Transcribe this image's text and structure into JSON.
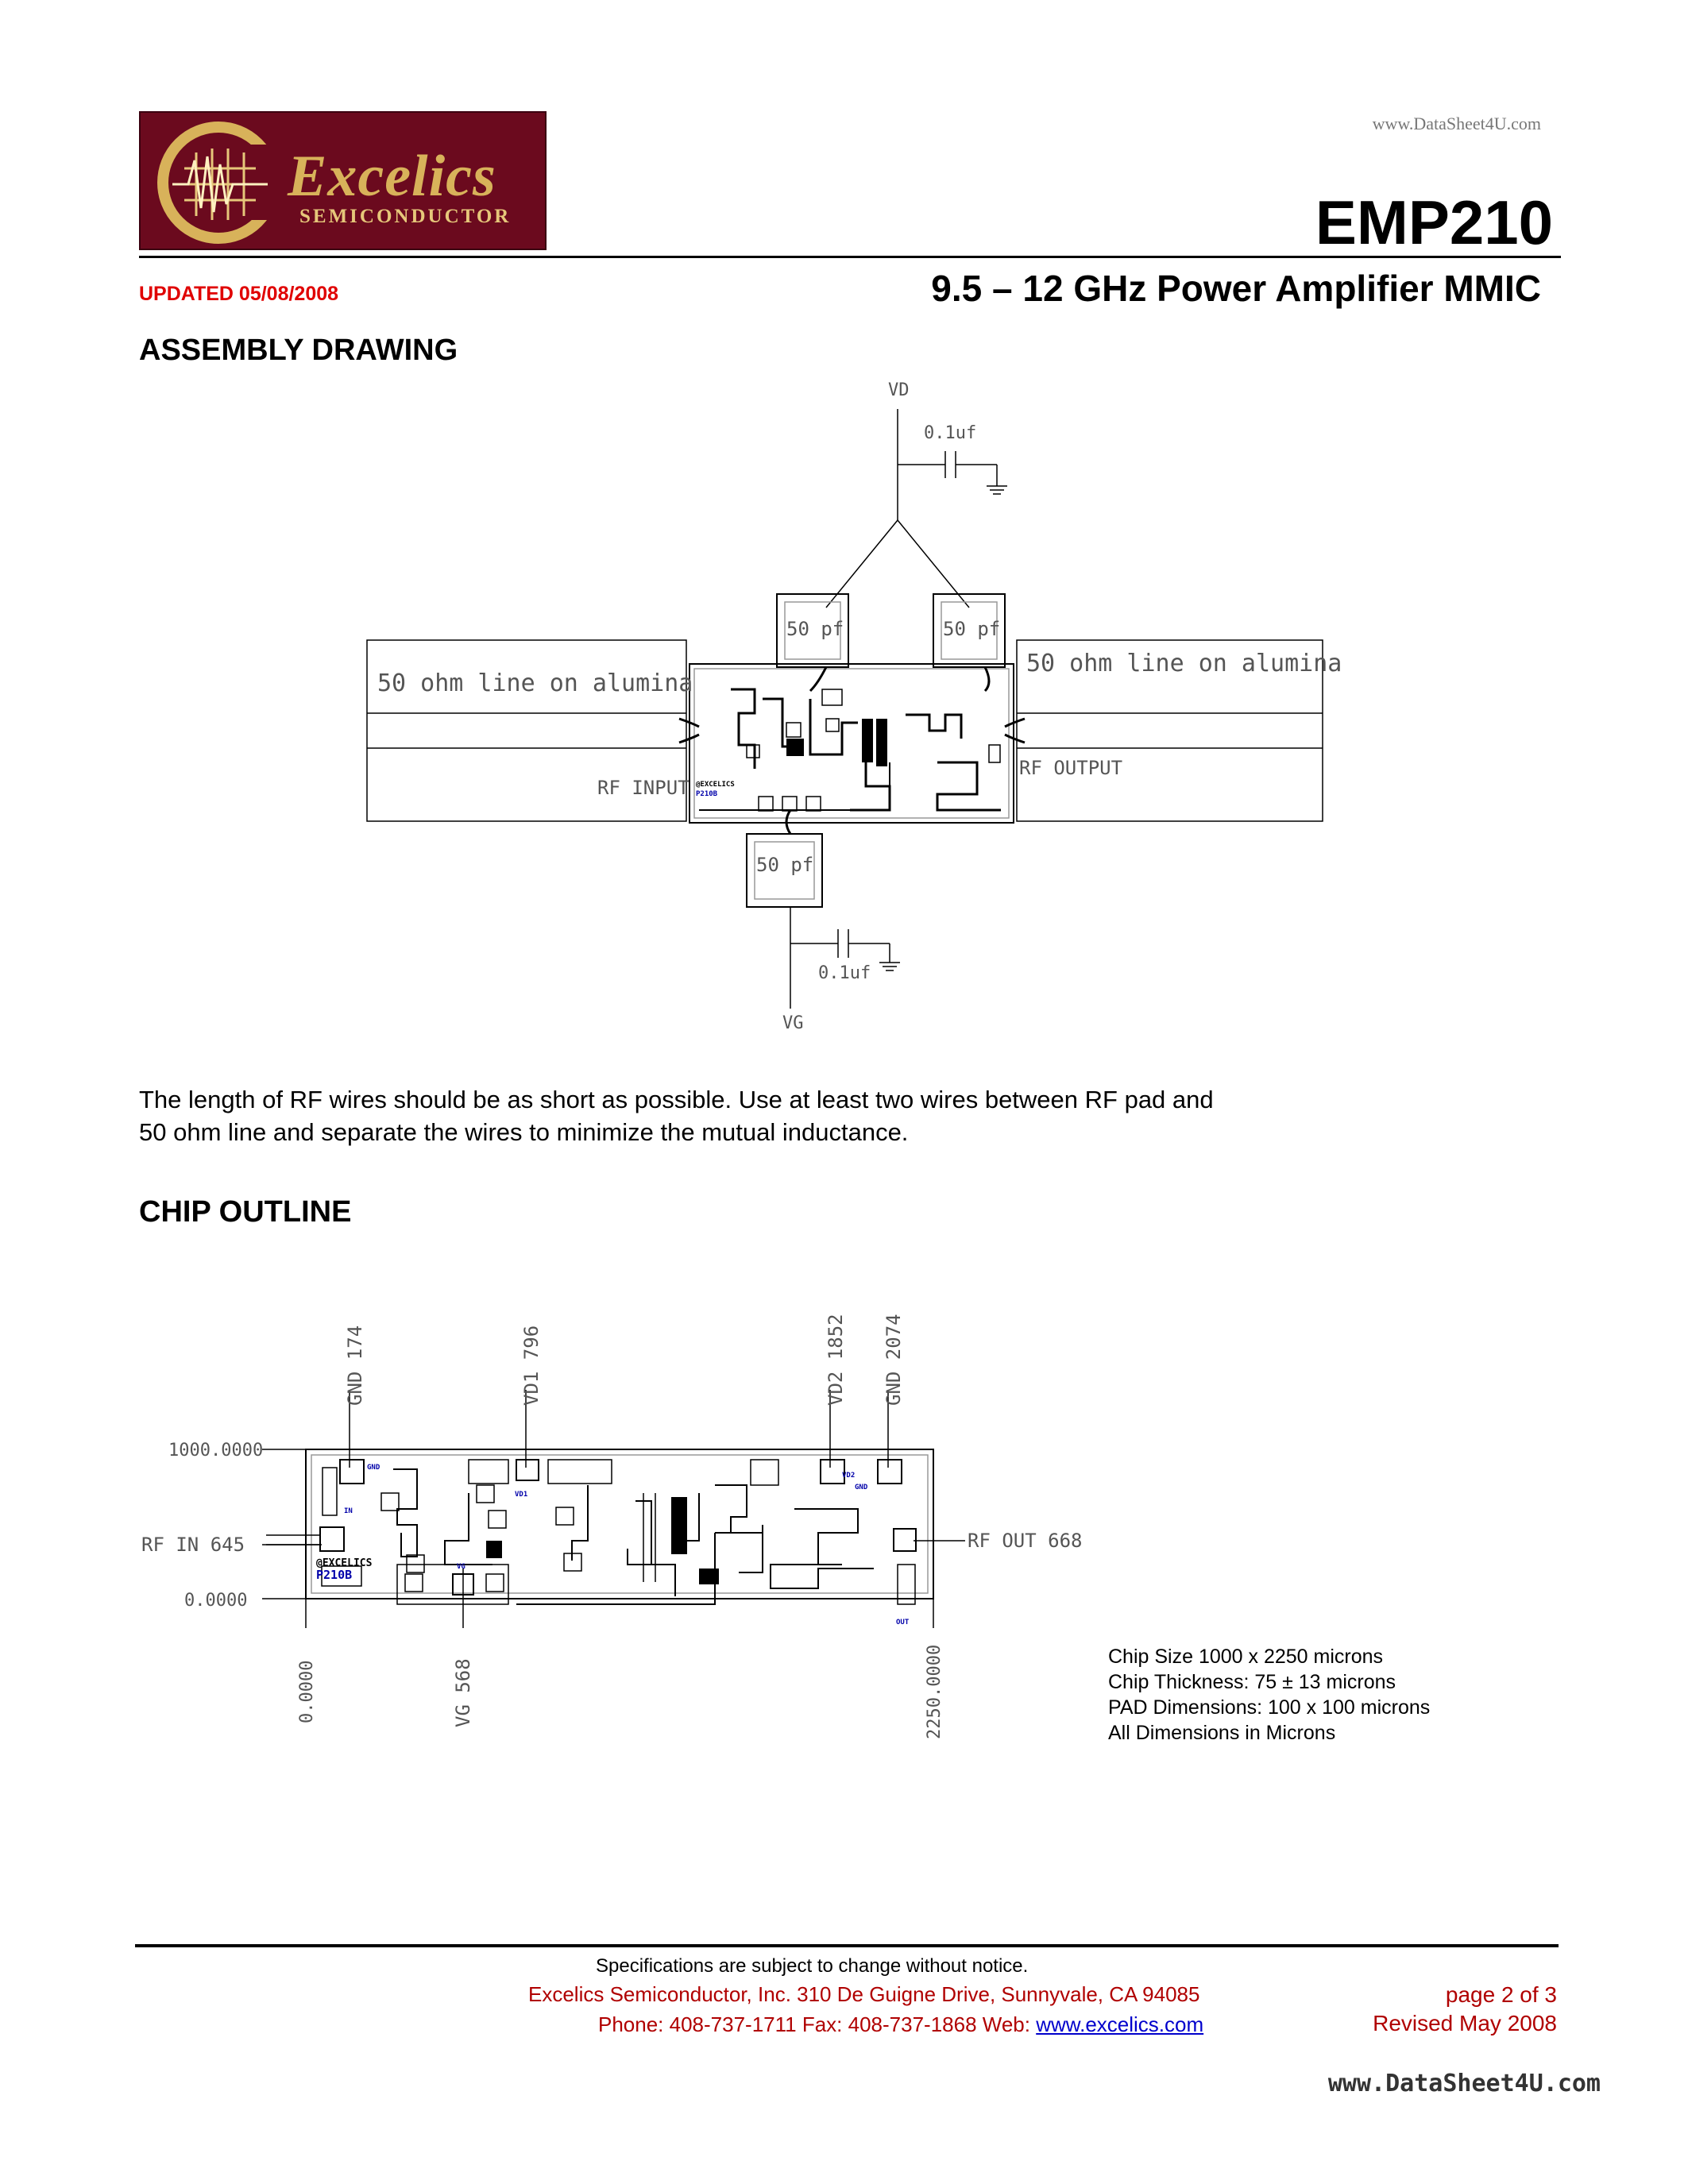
{
  "header": {
    "logo_brand": "Excelics",
    "logo_sub": "SEMICONDUCTOR",
    "watermark": "www.DataSheet4U.com",
    "part_number": "EMP210",
    "updated": "UPDATED 05/08/2008",
    "subtitle": "9.5 – 12 GHz Power Amplifier MMIC"
  },
  "assembly": {
    "heading": "ASSEMBLY DRAWING",
    "vd": "VD",
    "vg": "VG",
    "cap_top": "0.1uf",
    "cap_bottom": "0.1uf",
    "pf_left": "50 pf",
    "pf_right": "50 pf",
    "pf_bottom": "50 pf",
    "line_left": "50 ohm line on alumina",
    "line_right": "50 ohm line on alumina",
    "rf_input": "RF INPUT",
    "rf_output": "RF OUTPUT",
    "chip_mark": "@EXCELICS",
    "chip_part": "P210B"
  },
  "note": {
    "line1": "The length of RF wires should be as short as possible. Use at least two wires between RF pad and",
    "line2": "50 ohm line and separate the wires to minimize the mutual inductance."
  },
  "chip": {
    "heading": "CHIP OUTLINE",
    "gnd_174": "GND 174",
    "vd1_796": "VD1 796",
    "vd2_1852": "VD2 1852",
    "gnd_2074": "GND 2074",
    "y_1000": "1000.0000",
    "rf_in": "RF IN 645",
    "rf_out": "RF OUT 668",
    "y_0": "0.0000",
    "x_0": "0.0000",
    "vg_568": "VG 568",
    "x_2250": "2250.0000",
    "pad_gnd": "GND",
    "pad_in": "IN",
    "pad_vd1": "VD1",
    "pad_vd2": "VD2",
    "pad_gnd2": "GND",
    "pad_out": "OUT",
    "pad_vg": "VG",
    "chip_mark": "@EXCELICS",
    "chip_part": "P210B"
  },
  "specs": {
    "size": "Chip Size 1000 x 2250 microns",
    "thickness": "Chip Thickness: 75 ± 13 microns",
    "pad": "PAD Dimensions: 100 x 100 microns",
    "units": "All Dimensions in Microns"
  },
  "footer": {
    "notice": "Specifications are subject to change without notice.",
    "address": "Excelics Semiconductor, Inc.  310 De Guigne Drive, Sunnyvale, CA  94085",
    "phone": "Phone: 408-737-1711  Fax: 408-737-1868  Web: ",
    "web": "www.excelics.com",
    "page": "page 2 of 3",
    "revised": "Revised May 2008",
    "watermark": "www.DataSheet4U.com"
  }
}
